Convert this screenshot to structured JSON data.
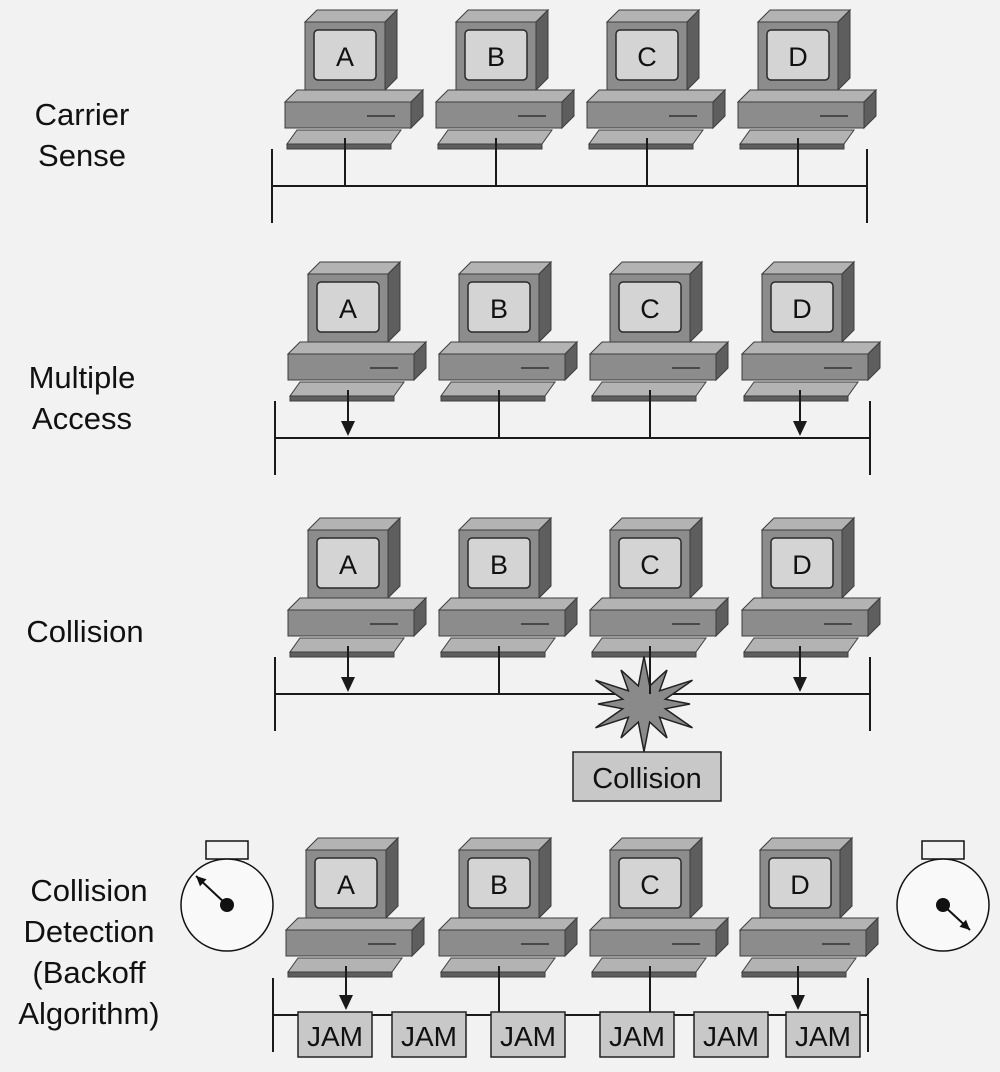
{
  "rows": [
    {
      "label_lines": [
        "Carrier",
        "Sense"
      ],
      "computers": [
        "A",
        "B",
        "C",
        "D"
      ]
    },
    {
      "label_lines": [
        "Multiple",
        "Access"
      ],
      "computers": [
        "A",
        "B",
        "C",
        "D"
      ]
    },
    {
      "label_lines": [
        "Collision"
      ],
      "computers": [
        "A",
        "B",
        "C",
        "D"
      ],
      "collision_label": "Collision"
    },
    {
      "label_lines": [
        "Collision",
        "Detection",
        "(Backoff",
        "Algorithm)"
      ],
      "computers": [
        "A",
        "B",
        "C",
        "D"
      ],
      "jam_labels": [
        "JAM",
        "JAM",
        "JAM",
        "JAM",
        "JAM",
        "JAM"
      ]
    }
  ],
  "colors": {
    "background": "#f2f2f2",
    "monitor_face": "#8c8c8c",
    "monitor_top": "#b3b3b3",
    "monitor_side": "#5e5e5e",
    "screen": "#d4d4d4",
    "line": "#1a1a1a",
    "label_box": "#c8c8c8",
    "explosion": "#8a8a8a"
  },
  "icons": [
    "computer-icon",
    "down-arrow-icon",
    "collision-burst-icon",
    "stopwatch-icon"
  ]
}
